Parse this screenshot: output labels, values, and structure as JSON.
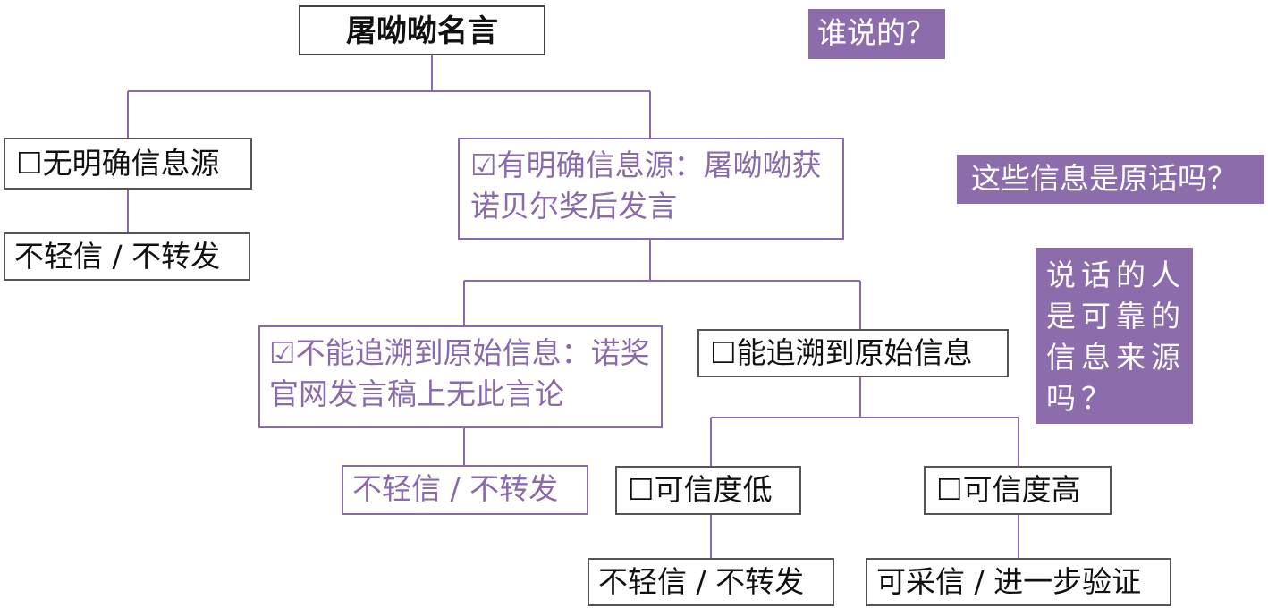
{
  "root": {
    "label": "屠呦呦名言"
  },
  "branches": {
    "no_source": {
      "label": "☐无明确信息源",
      "outcome": "不轻信 / 不转发"
    },
    "has_source": {
      "label": "☑有明确信息源：屠呦呦获诺贝尔奖后发言",
      "cannot_trace": {
        "label": "☑不能追溯到原始信息：诺奖官网发言稿上无此言论",
        "outcome": "不轻信 / 不转发"
      },
      "can_trace": {
        "label": "☐能追溯到原始信息",
        "low": {
          "label": "☐可信度低",
          "outcome": "不轻信 / 不转发"
        },
        "high": {
          "label": "☐可信度高",
          "outcome": "可采信 / 进一步验证"
        }
      }
    }
  },
  "questions": {
    "who": "谁说的？",
    "original": "这些信息是原话吗？",
    "reliable": "说话的人是可靠的信息来源吗？"
  },
  "colors": {
    "accent": "#8c6cab",
    "box_border": "#8a6aaa"
  }
}
